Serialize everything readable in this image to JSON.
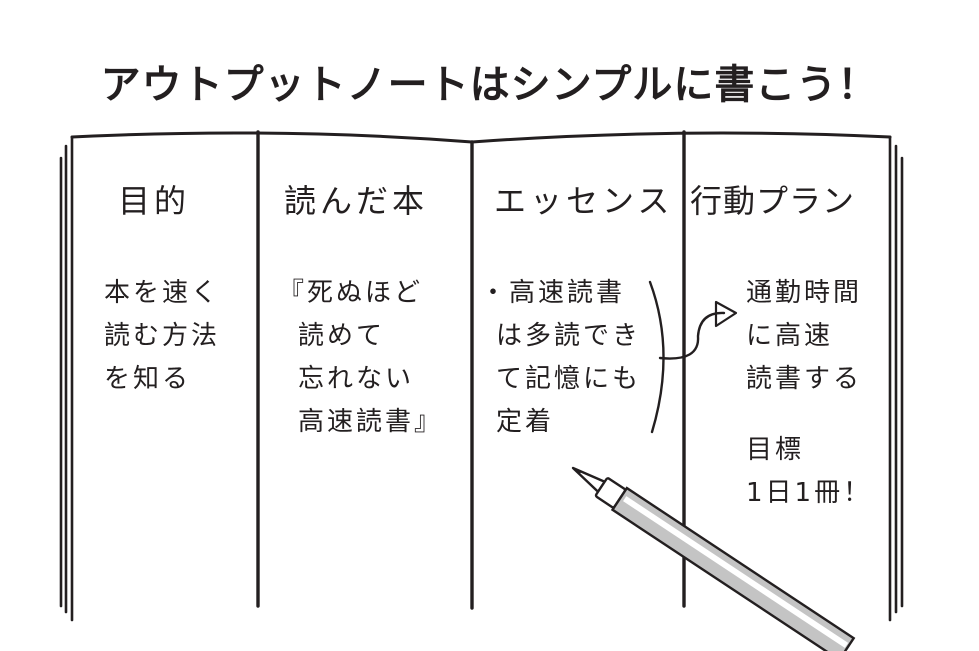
{
  "title": "アウトプットノートはシンプルに書こう！",
  "columns": [
    {
      "heading": "目的",
      "lines": [
        "本を速く",
        "読む方法",
        "を知る"
      ]
    },
    {
      "heading": "読んだ本",
      "lines": [
        "『死ぬほど",
        "読めて",
        "忘れない",
        "高速読書』"
      ]
    },
    {
      "heading": "エッセンス",
      "lines": [
        "・高速読書",
        "は多読でき",
        "て記憶にも",
        "定着"
      ]
    },
    {
      "heading": "行動プラン",
      "lines": [
        "通勤時間",
        "に高速",
        "読書する"
      ],
      "extra_lines": [
        "目標",
        "1日1冊！"
      ]
    }
  ],
  "icons": {
    "arrow": "hand-drawn-arrow-icon",
    "pen": "pen-icon"
  }
}
